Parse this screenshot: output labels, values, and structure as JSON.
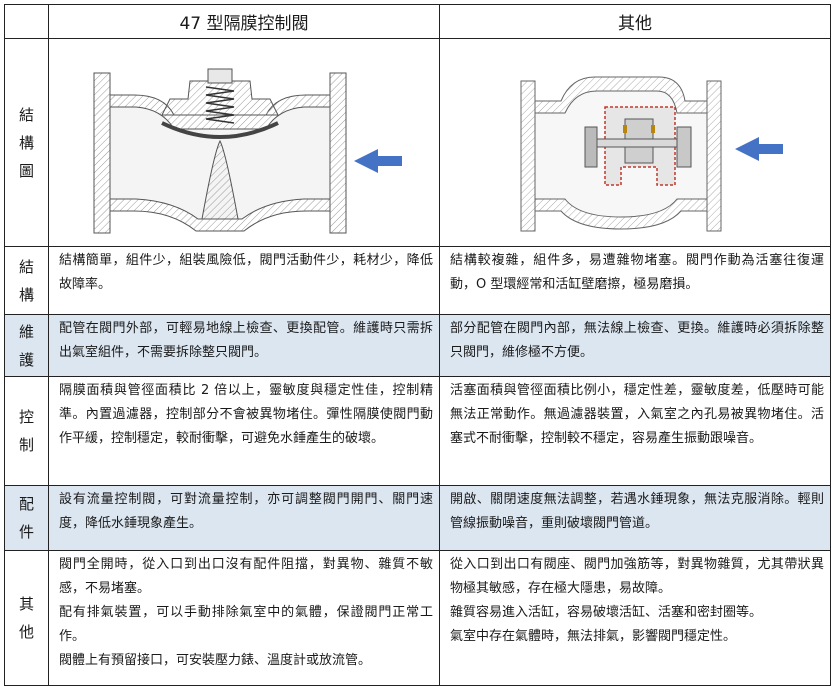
{
  "header": {
    "col1": "47 型隔膜控制閥",
    "col2": "其他"
  },
  "diagram_row": {
    "label_chars": [
      "結",
      "構",
      "圖"
    ]
  },
  "rows": [
    {
      "label_chars": [
        "結",
        "構"
      ],
      "col1": [
        "結構簡單，組件少，組裝風險低，閥門活動件少，耗材少，降低故障率。"
      ],
      "col2": [
        "結構較複雜，組件多，易遭雜物堵塞。閥門作動為活塞往復運動，O 型環經常和活缸壁磨擦，極易磨損。"
      ]
    },
    {
      "label_chars": [
        "維",
        "護"
      ],
      "col1": [
        "配管在閥門外部，可輕易地線上檢查、更換配管。維護時只需拆出氣室組件，不需要拆除整只閥門。"
      ],
      "col2": [
        "部分配管在閥門內部，無法線上檢查、更換。維護時必須拆除整只閥門，維修極不方便。"
      ]
    },
    {
      "label_chars": [
        "控",
        "制"
      ],
      "col1": [
        "隔膜面積與管徑面積比 2 倍以上，靈敏度與穩定性佳，控制精準。內置過濾器，控制部分不會被異物堵住。彈性隔膜使閥門動作平緩，控制穩定，較耐衝擊，可避免水錘產生的破壞。"
      ],
      "col2": [
        "活塞面積與管徑面積比例小，穩定性差，靈敏度差，低壓時可能無法正常動作。無過濾器裝置，入氣室之內孔易被異物堵住。活塞式不耐衝擊，控制較不穩定，容易產生振動跟噪音。"
      ]
    },
    {
      "label_chars": [
        "配",
        "件"
      ],
      "col1": [
        "設有流量控制閥，可對流量控制，亦可調整閥門開門、關門速度，降低水錘現象產生。"
      ],
      "col2": [
        "開啟、關閉速度無法調整，若遇水錘現象，無法克服消除。輕則管線振動噪音，重則破壞閥門管道。"
      ]
    },
    {
      "label_chars": [
        "其",
        "他"
      ],
      "col1": [
        "閥門全開時，從入口到出口沒有配件阻擋，對異物、雜質不敏感，不易堵塞。",
        "配有排氣裝置，可以手動排除氣室中的氣體，保證閥門正常工作。",
        "閥體上有預留接口，可安裝壓力錶、溫度計或放流管。"
      ],
      "col2": [
        "從入口到出口有閥座、閥門加強筋等，對異物雜質，尤其帶狀異物極其敏感，存在極大隱患，易故障。",
        "雜質容易進入活缸，容易破壞活缸、活塞和密封圈等。",
        "氣室中存在氣體時，無法排氣，影響閥門穩定性。"
      ]
    }
  ],
  "colors": {
    "shade": "#dce6f1",
    "arrow": "#4472c4",
    "border": "#222222"
  }
}
